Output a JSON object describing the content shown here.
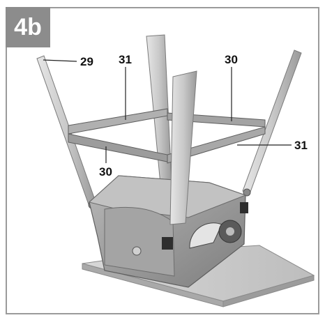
{
  "figure": {
    "step_label": "4b",
    "callouts": [
      {
        "id": "callout-29-left-leg",
        "text": "29"
      },
      {
        "id": "callout-31-upper-rail",
        "text": "31"
      },
      {
        "id": "callout-30-upper-rail",
        "text": "30"
      },
      {
        "id": "callout-30-lower-rail",
        "text": "30"
      },
      {
        "id": "callout-31-right-rail",
        "text": "31"
      }
    ],
    "colors": {
      "badge": "#8c8c8c",
      "frame_border": "#9a9a9a",
      "metal_light": "#d4d4d4",
      "metal_mid": "#b5b5b5",
      "metal_dark": "#7a7a7a",
      "housing": "#9e9e9e"
    }
  }
}
